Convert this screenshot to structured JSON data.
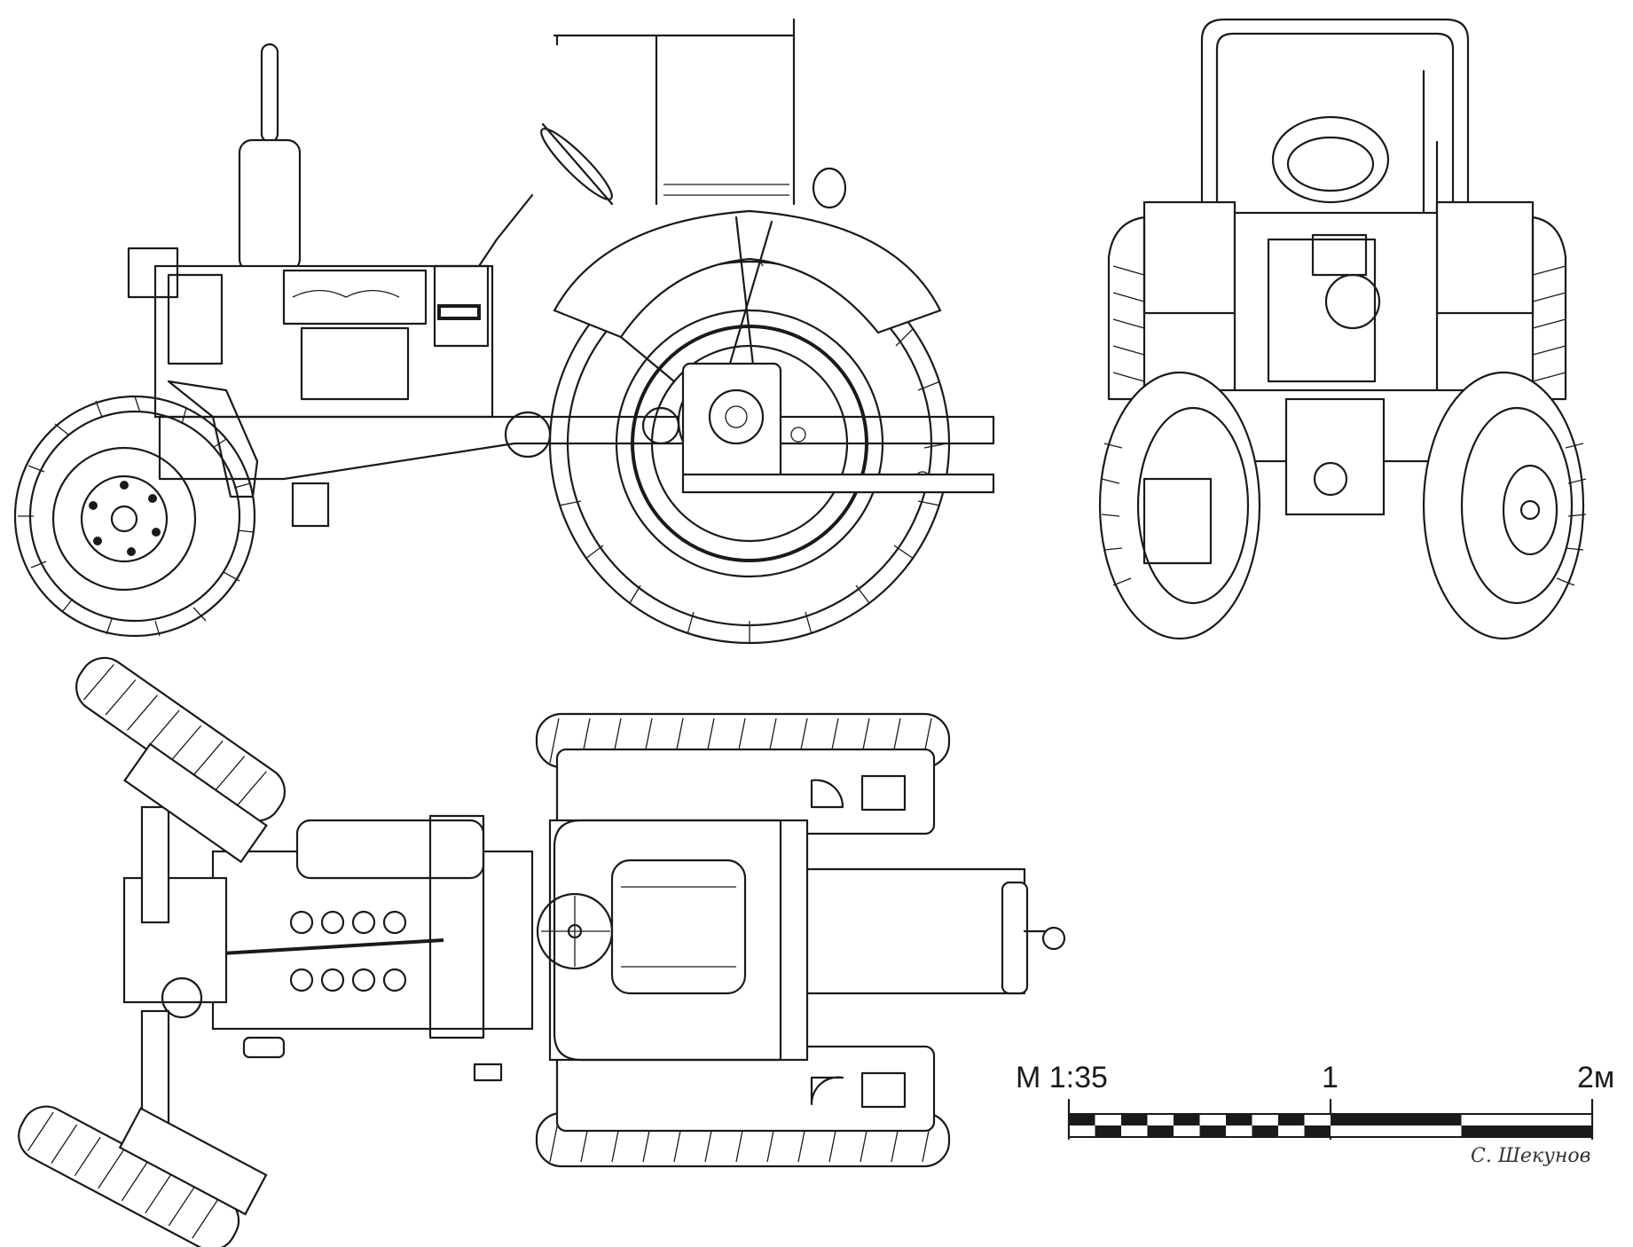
{
  "scale": {
    "ratio_label": "М 1:35",
    "tick_labels": [
      "1",
      "2м"
    ]
  },
  "author_signature": "С. Шекунов"
}
